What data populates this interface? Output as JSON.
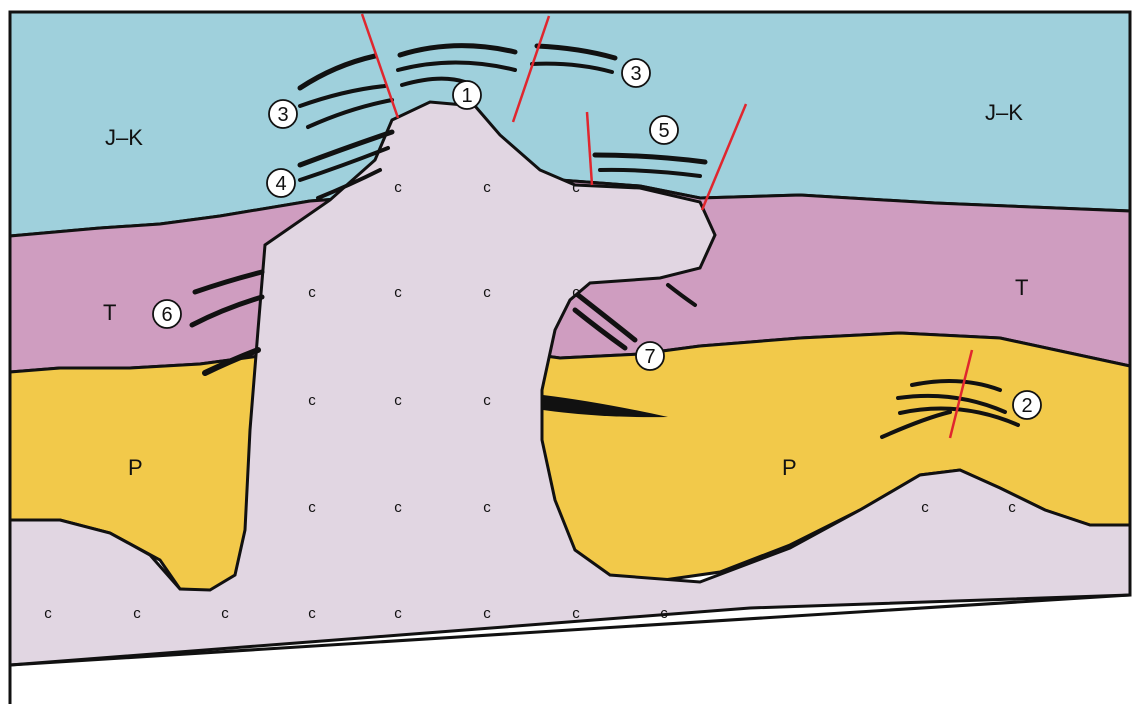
{
  "colors": {
    "jk": "#9fd0dc",
    "t": "#cf9dc0",
    "p": "#f2c94a",
    "salt": "#e1d6e2",
    "fault": "#e0262e",
    "strata": "#111111"
  },
  "units": {
    "jk": "J–K",
    "t": "T",
    "p": "P",
    "salt_symbol": "c"
  },
  "markers": [
    "1",
    "2",
    "3",
    "3",
    "4",
    "5",
    "6",
    "7"
  ]
}
